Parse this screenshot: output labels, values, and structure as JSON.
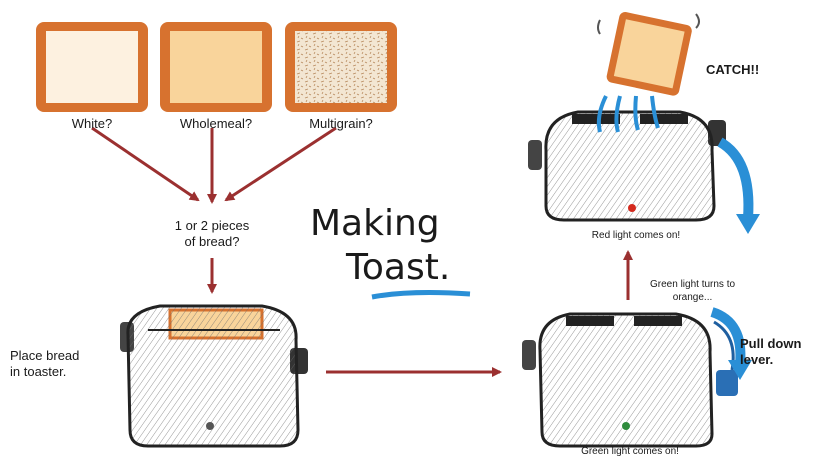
{
  "title": {
    "line1": "Making",
    "line2": "Toast."
  },
  "bread_options": [
    {
      "label": "White?",
      "fill": "#fdf1e0",
      "texture": "none"
    },
    {
      "label": "Wholemeal?",
      "fill": "#f9d49b",
      "texture": "none"
    },
    {
      "label": "Multigrain?",
      "fill": "#f3e6d2",
      "texture": "speckled"
    }
  ],
  "crust_color": "#d7722f",
  "arrow_color": "#9b3030",
  "swoosh_color": "#2a8fd6",
  "steps": {
    "pieces": {
      "line1": "1 or 2 pieces",
      "line2": "of bread?"
    },
    "place": {
      "line1": "Place bread",
      "line2": "in toaster."
    },
    "green_light": "Green light comes on!",
    "pull": {
      "line1": "Pull down",
      "line2": "lever."
    },
    "turns": {
      "line1": "Green light turns to",
      "line2": "orange..."
    },
    "red_light": "Red light comes on!",
    "catch": "CATCH!!"
  },
  "lights": {
    "green": "#2e8b3c",
    "red": "#d42a1e"
  }
}
